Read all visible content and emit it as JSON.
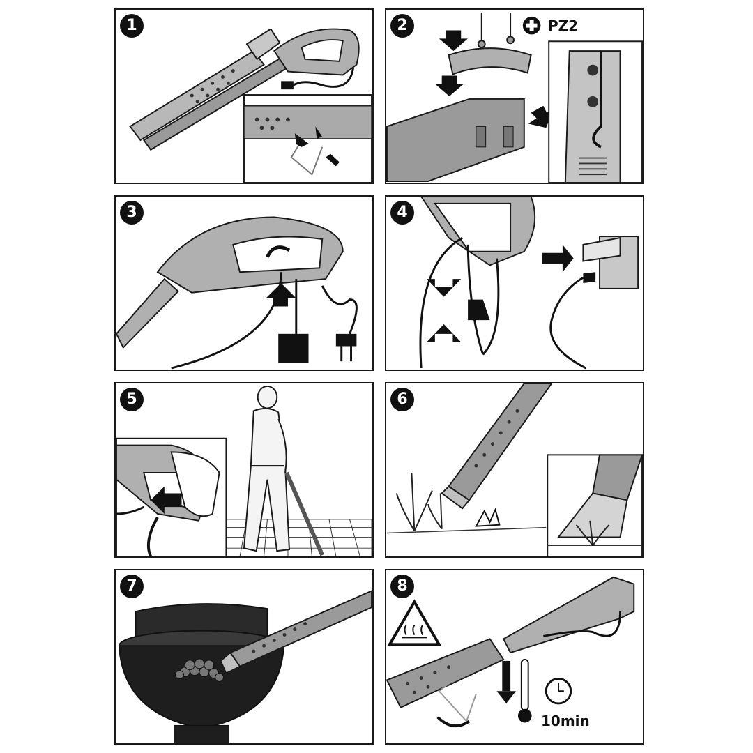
{
  "panels": [
    {
      "number": "1"
    },
    {
      "number": "2",
      "screw_label": "PZ2"
    },
    {
      "number": "3"
    },
    {
      "number": "4"
    },
    {
      "number": "5"
    },
    {
      "number": "6"
    },
    {
      "number": "7"
    },
    {
      "number": "8",
      "time_label": "10min"
    }
  ],
  "colors": {
    "outline": "#1a1a1a",
    "tool_body": "#a9a9a9",
    "dark": "#222222",
    "light": "#d6d6d6"
  }
}
